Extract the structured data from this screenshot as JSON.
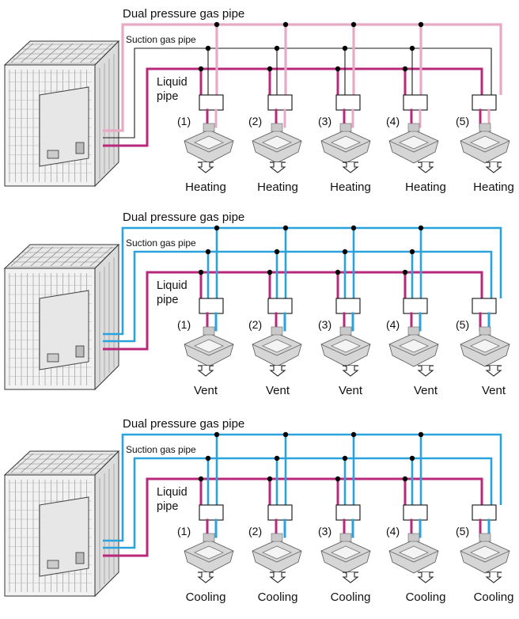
{
  "colors": {
    "liquid": "#b8297c",
    "heating_gas": "#e8a9c4",
    "cooling_gas": "#2aa3dc",
    "suction_heating": "#1a1a1a",
    "node": "#000000"
  },
  "panels": [
    {
      "mode": "heating",
      "dual_pressure_label": "Dual pressure gas pipe",
      "suction_label": "Suction gas pipe",
      "liquid_label_line1": "Liquid",
      "liquid_label_line2": "pipe",
      "units": [
        {
          "number": "(1)",
          "mode_label": "Heating"
        },
        {
          "number": "(2)",
          "mode_label": "Heating"
        },
        {
          "number": "(3)",
          "mode_label": "Heating"
        },
        {
          "number": "(4)",
          "mode_label": "Heating"
        },
        {
          "number": "(5)",
          "mode_label": "Heating"
        }
      ]
    },
    {
      "mode": "vent",
      "dual_pressure_label": "Dual pressure gas pipe",
      "suction_label": "Suction gas pipe",
      "liquid_label_line1": "Liquid",
      "liquid_label_line2": "pipe",
      "units": [
        {
          "number": "(1)",
          "mode_label": "Vent"
        },
        {
          "number": "(2)",
          "mode_label": "Vent"
        },
        {
          "number": "(3)",
          "mode_label": "Vent"
        },
        {
          "number": "(4)",
          "mode_label": "Vent"
        },
        {
          "number": "(5)",
          "mode_label": "Vent"
        }
      ]
    },
    {
      "mode": "cooling",
      "dual_pressure_label": "Dual pressure gas pipe",
      "suction_label": "Suction gas pipe",
      "liquid_label_line1": "Liquid",
      "liquid_label_line2": "pipe",
      "units": [
        {
          "number": "(1)",
          "mode_label": "Cooling"
        },
        {
          "number": "(2)",
          "mode_label": "Cooling"
        },
        {
          "number": "(3)",
          "mode_label": "Cooling"
        },
        {
          "number": "(4)",
          "mode_label": "Cooling"
        },
        {
          "number": "(5)",
          "mode_label": "Cooling"
        }
      ]
    }
  ]
}
